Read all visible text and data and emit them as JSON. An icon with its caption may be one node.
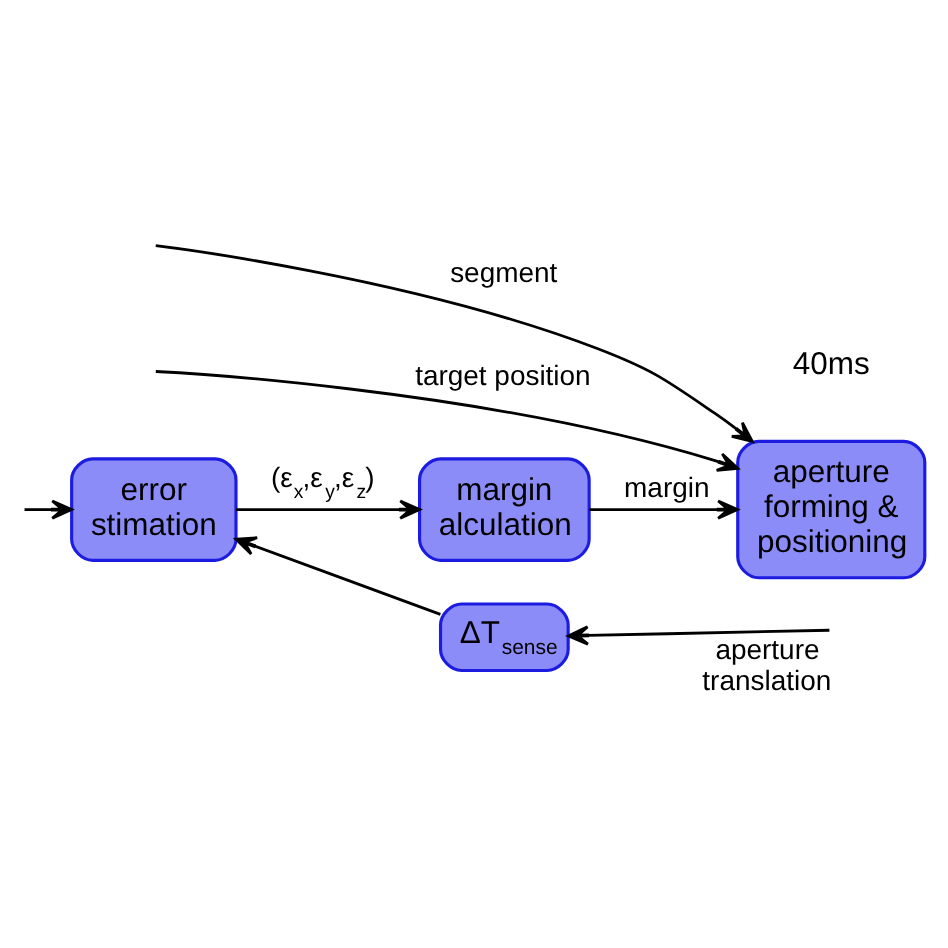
{
  "diagram": {
    "nodes": [
      {
        "text": [
          "aperture forming & positioning"
        ]
      },
      {
        "text": [
          "margin alculation"
        ]
      },
      {
        "text": [
          "error stimation"
        ]
      },
      {
        "text": [
          "ΔT$_{sense}$"
        ]
      }
    ],
    "edges": [
      {
        "from": null,
        "to": 0,
        "label": "segment",
        "arrow": "to"
      },
      {
        "from": null,
        "to": 0,
        "label": "target position",
        "arrow": "to"
      },
      {
        "from": 1,
        "to": 0,
        "label": "margin",
        "arrow": "to"
      },
      {
        "from": 2,
        "to": 1,
        "label": "(ε$_{x}$,ε$_{y}$,ε$_{z}$)",
        "arrow": "to"
      },
      {
        "from": null,
        "to": 2,
        "arrow": "to"
      },
      {
        "from": 3,
        "to": 2,
        "arrow": "to"
      },
      {
        "from": null,
        "to": 3,
        "label": "aperture translation",
        "arrow": "to"
      }
    ],
    "labels": [
      "40ms"
    ]
  }
}
